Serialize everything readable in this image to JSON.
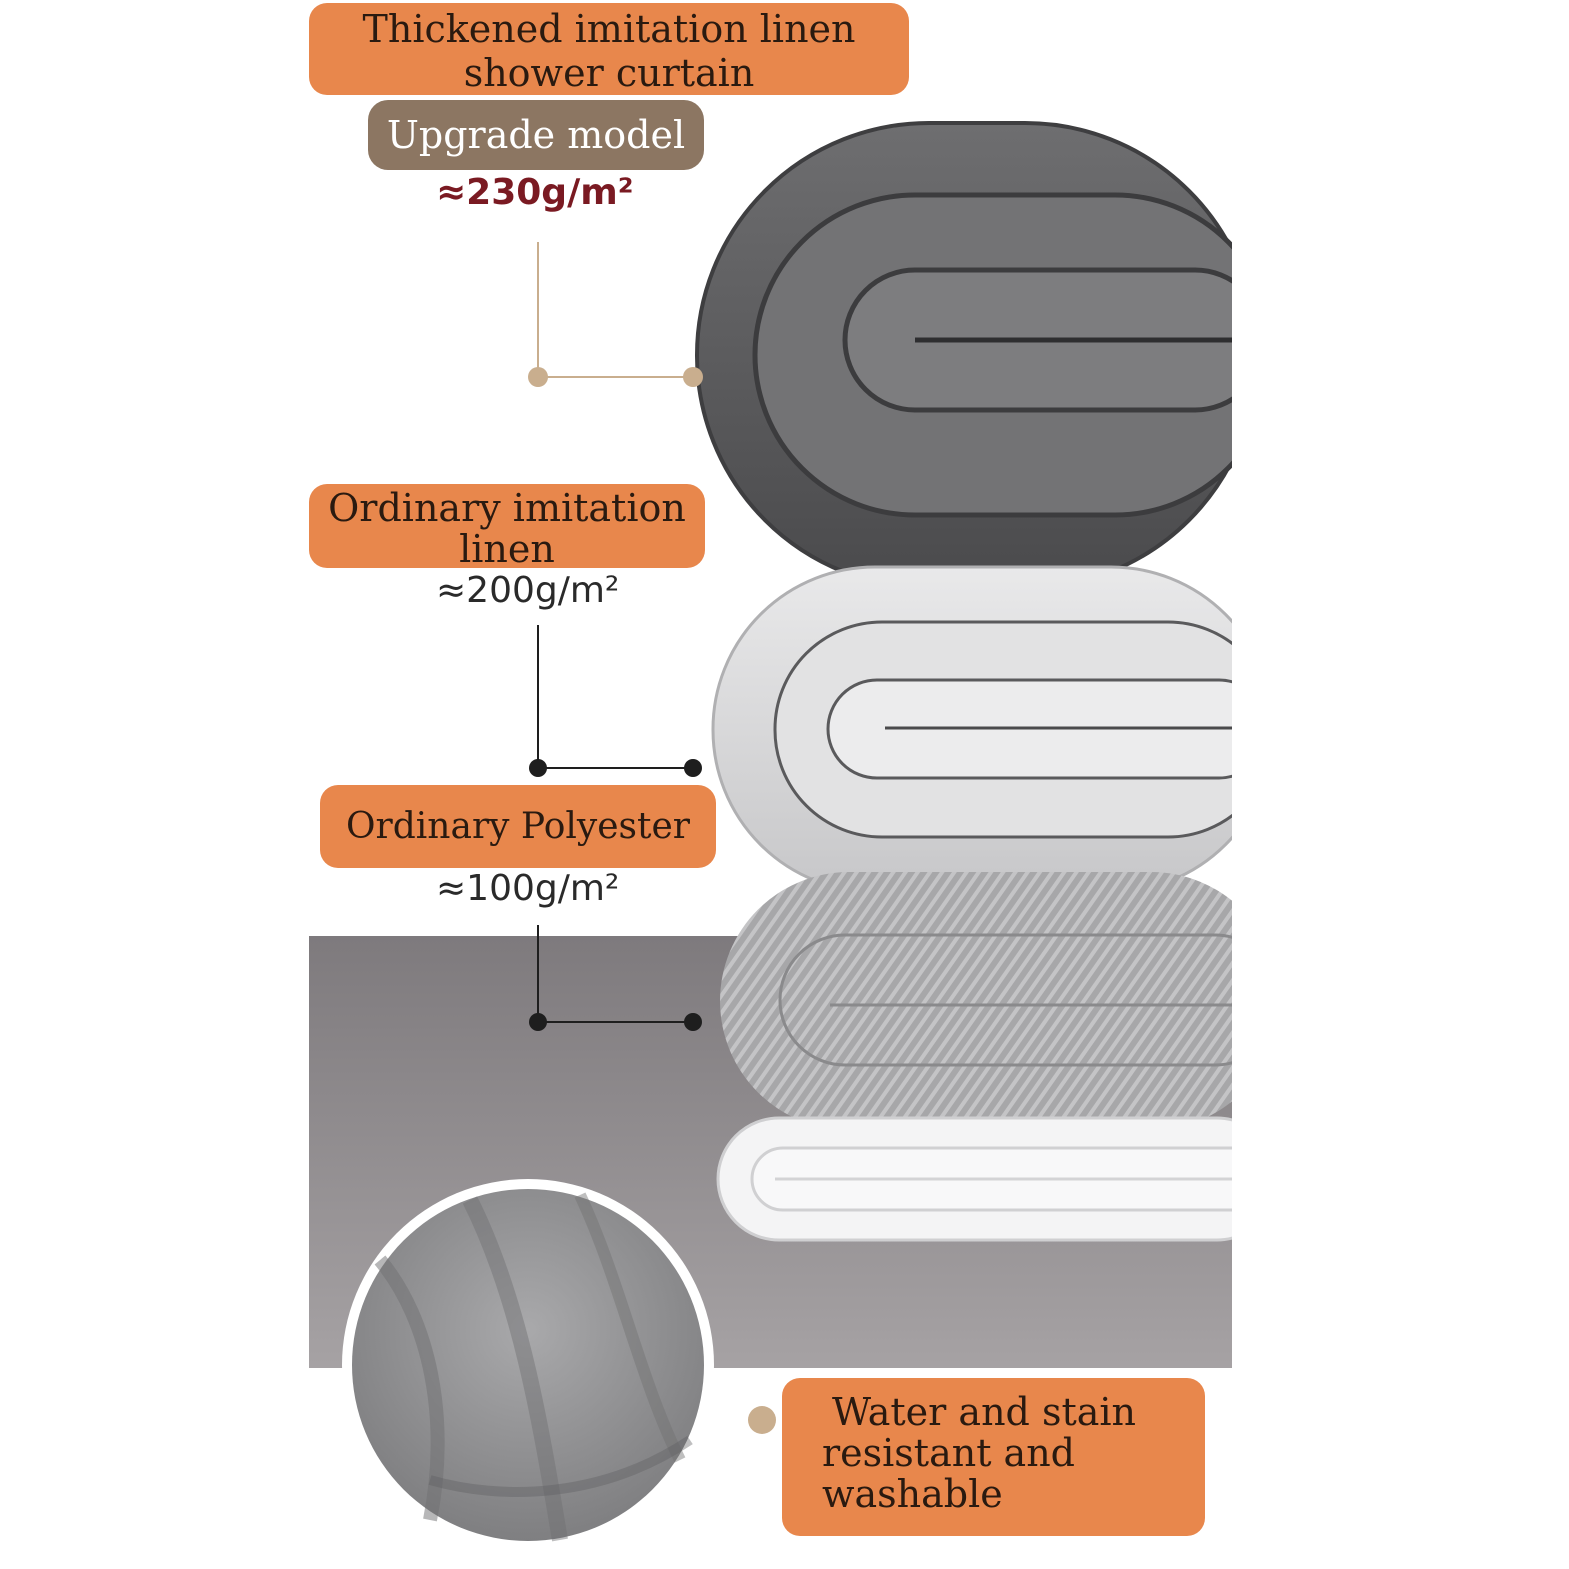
{
  "labels": {
    "thickened": {
      "line1": "Thickened imitation linen",
      "line2": "shower curtain"
    },
    "upgrade": "Upgrade model",
    "weight_230": "≈230g/m²",
    "ordinary_linen": {
      "line1": "Ordinary imitation",
      "line2": "linen"
    },
    "weight_200": "≈200g/m²",
    "polyester": "Ordinary Polyester",
    "weight_100": "≈100g/m²",
    "water": {
      "line1": "Water and stain",
      "line2": "resistant and",
      "line3": "washable"
    }
  },
  "colors": {
    "label_orange": "#e8874c",
    "upgrade_brown": "#8c7662",
    "weight_230_red": "#7a1a22",
    "connector_tan": "#c9ae8e",
    "connector_dark": "#1e1e1e",
    "floor_gray": "#8d898b"
  }
}
